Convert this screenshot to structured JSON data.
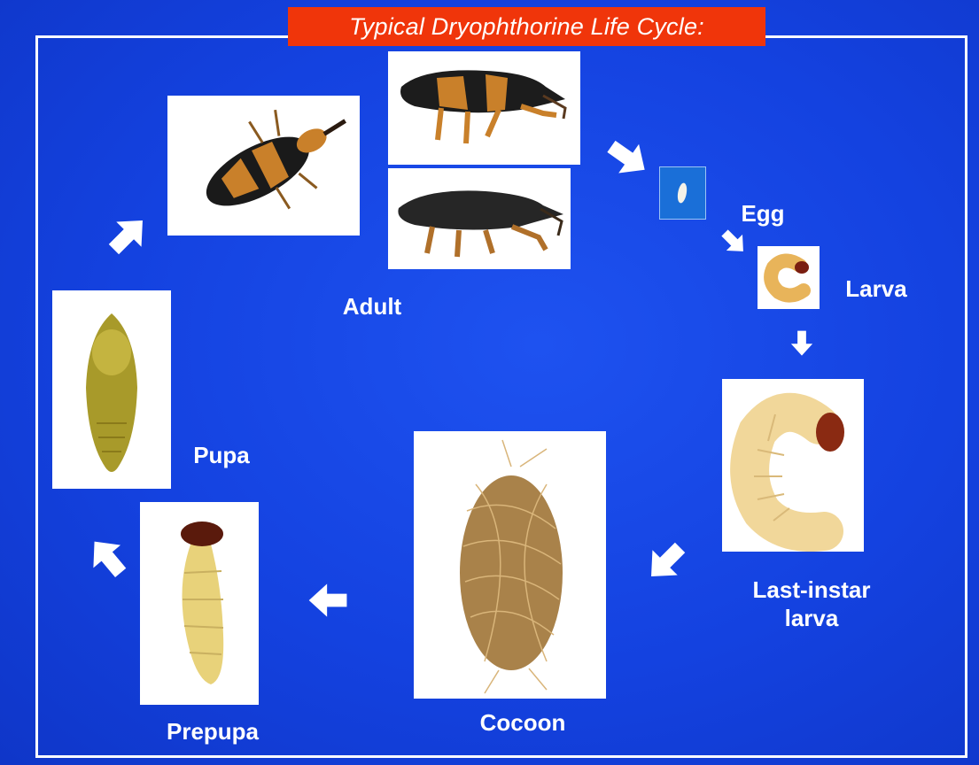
{
  "title": "Typical Dryophthorine Life Cycle:",
  "stages": {
    "adult": "Adult",
    "egg": "Egg",
    "larva": "Larva",
    "last_instar_line1": "Last-instar",
    "last_instar_line2": "larva",
    "cocoon": "Cocoon",
    "prepupa": "Prepupa",
    "pupa": "Pupa"
  },
  "colors": {
    "background": "#1442e0",
    "title_bar": "#f0350a",
    "text": "#ffffff"
  },
  "icons": [
    "arrow-icon"
  ]
}
